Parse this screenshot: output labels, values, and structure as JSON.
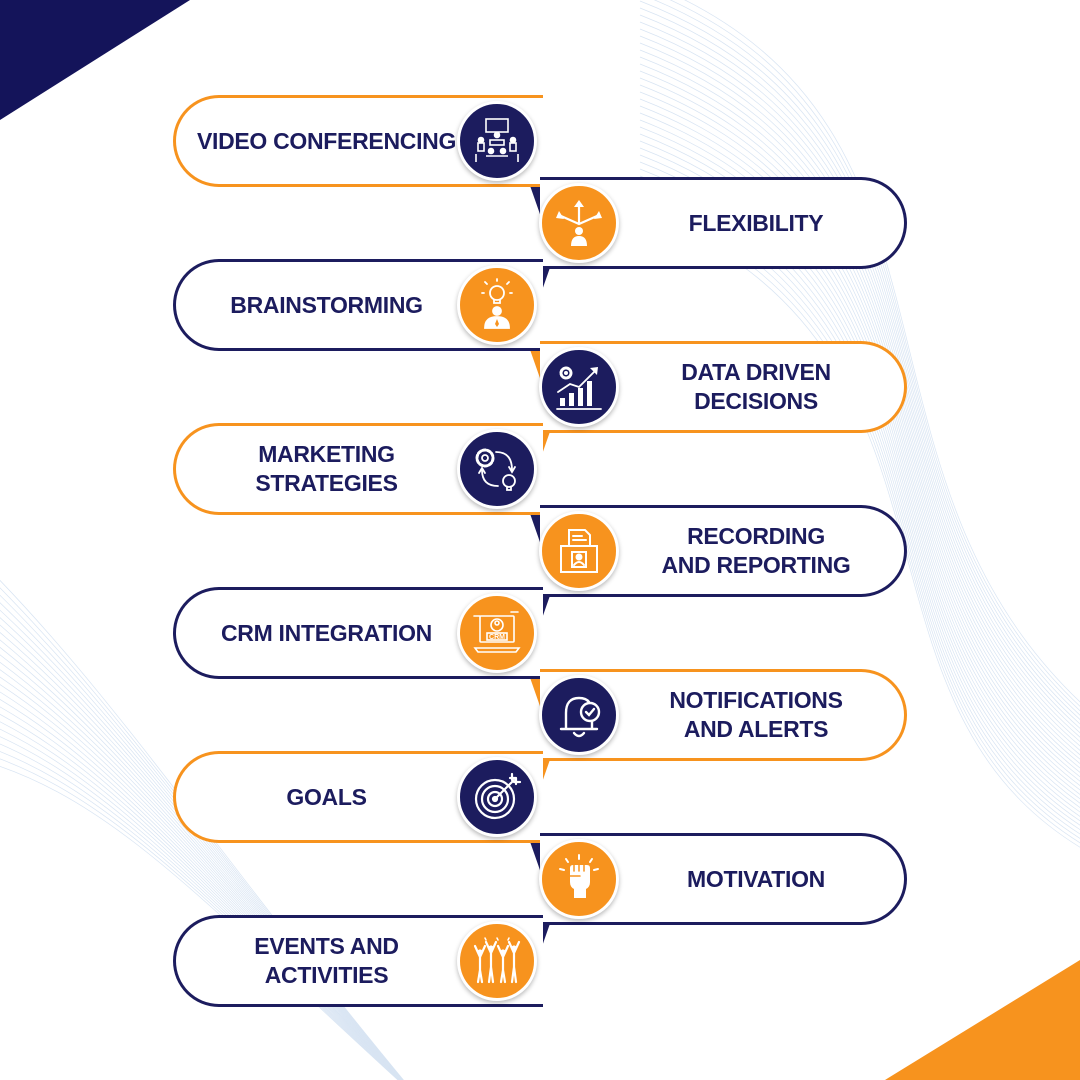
{
  "colors": {
    "navy": "#1c1c5e",
    "orange": "#f7931e"
  },
  "items": [
    {
      "label": "VIDEO CONFERENCING",
      "icon": "video-conference-icon"
    },
    {
      "label": "FLEXIBILITY",
      "icon": "flexibility-arrows-icon"
    },
    {
      "label": "BRAINSTORMING",
      "icon": "brainstorming-lightbulb-icon"
    },
    {
      "label": "DATA DRIVEN DECISIONS",
      "icon": "growth-chart-gear-icon"
    },
    {
      "label": "MARKETING STRATEGIES",
      "icon": "strategy-cycle-icon"
    },
    {
      "label": "RECORDING\nAND REPORTING",
      "icon": "report-folder-icon"
    },
    {
      "label": "CRM INTEGRATION",
      "icon": "crm-laptop-icon"
    },
    {
      "label": "NOTIFICATIONS\nAND ALERTS",
      "icon": "bell-check-icon"
    },
    {
      "label": "GOALS",
      "icon": "target-icon"
    },
    {
      "label": "MOTIVATION",
      "icon": "raised-fist-icon"
    },
    {
      "label": "EVENTS AND ACTIVITIES",
      "icon": "celebrating-people-icon"
    }
  ]
}
